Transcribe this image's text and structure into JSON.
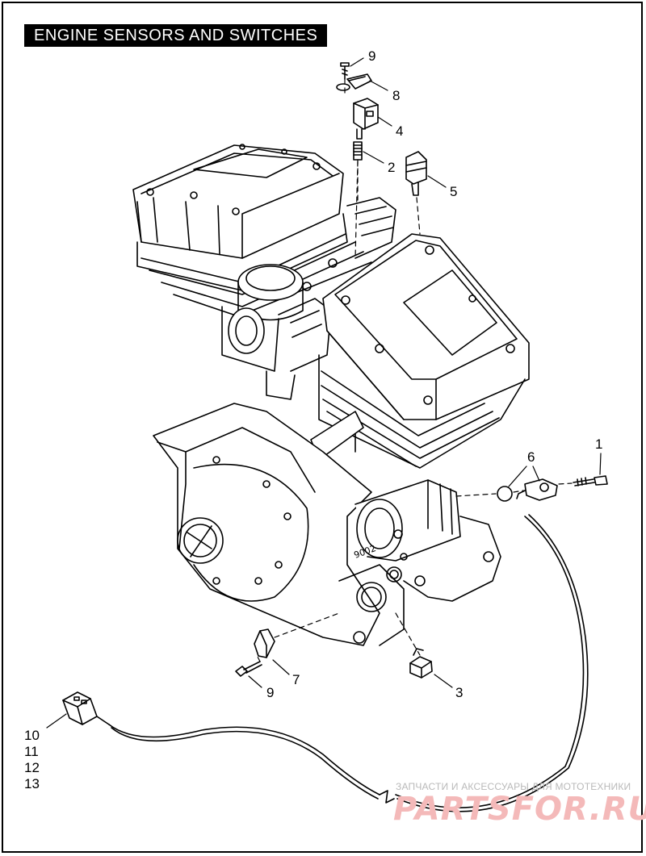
{
  "title": "ENGINE SENSORS AND SWITCHES",
  "callouts": {
    "c1": "1",
    "c2": "2",
    "c3": "3",
    "c4": "4",
    "c5": "5",
    "c6": "6",
    "c7": "7",
    "c8": "8",
    "c9_top": "9",
    "c9_bottom": "9",
    "c10": "10",
    "c11": "11",
    "c12": "12",
    "c13": "13"
  },
  "watermark": {
    "tagline": "ЗАПЧАСТИ И АКСЕССУАРЫ ДЛЯ МОТОТЕХНИКИ",
    "logo": "PARTSFOR.RU"
  },
  "colors": {
    "line": "#000000",
    "background": "#ffffff",
    "title_bg": "#000000",
    "title_text": "#ffffff",
    "watermark_logo": "#e84a4a"
  }
}
